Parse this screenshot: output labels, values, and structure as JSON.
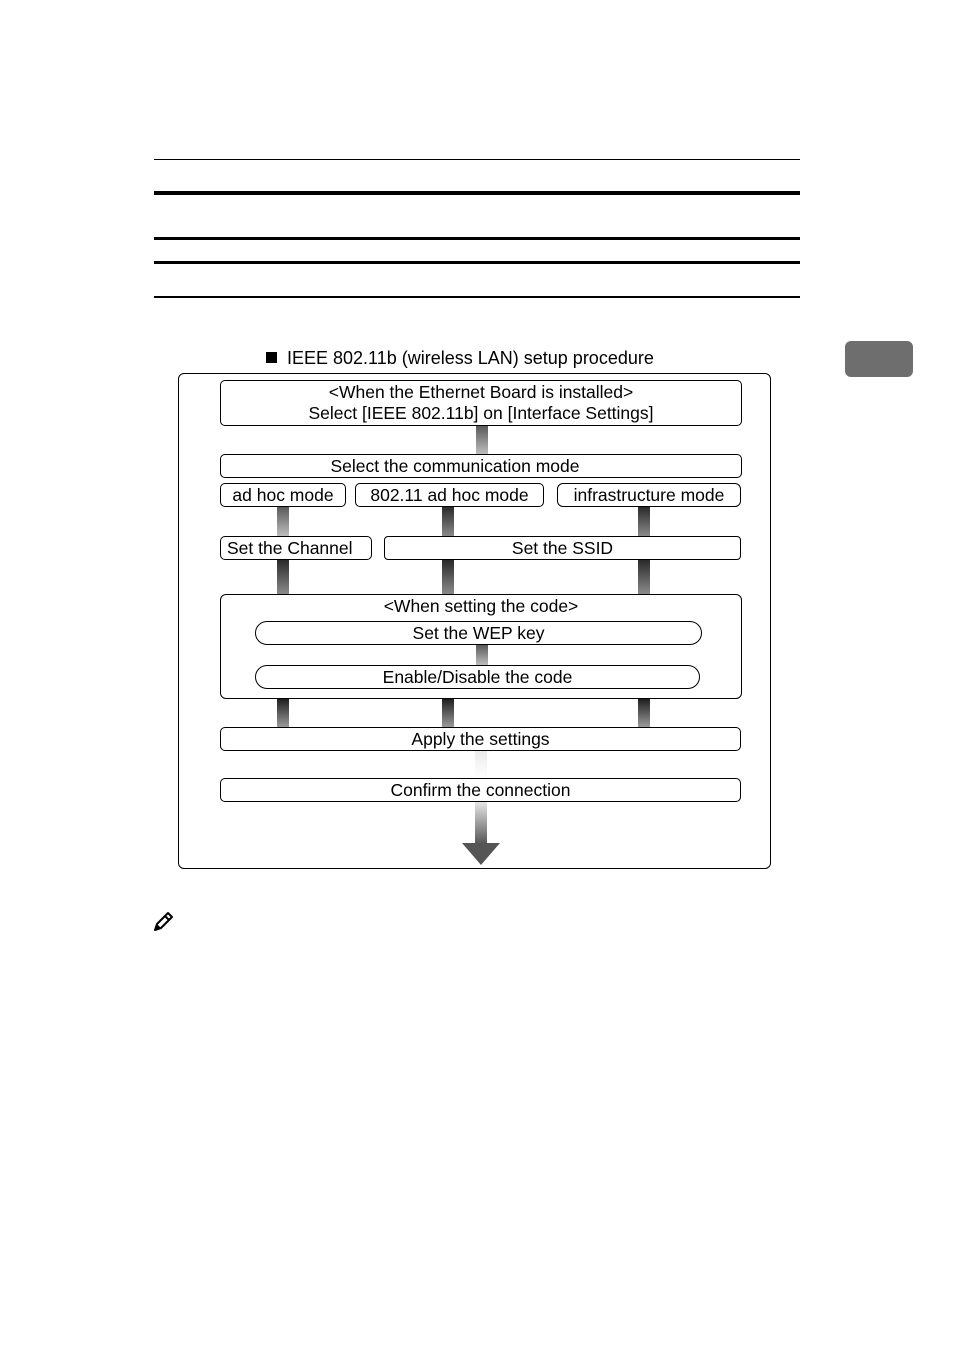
{
  "caption": "IEEE 802.11b (wireless LAN) setup procedure",
  "steps": {
    "ethernet_line1": "<When the Ethernet Board is installed>",
    "ethernet_line2": "Select [IEEE 802.11b] on [Interface Settings]",
    "select_mode": "Select the communication mode",
    "mode_adhoc": "ad hoc mode",
    "mode_80211_adhoc": "802.11 ad hoc mode",
    "mode_infrastructure": "infrastructure mode",
    "set_channel": "Set the Channel",
    "set_ssid": "Set the SSID",
    "code_group_title": "<When setting the code>",
    "set_wep": "Set the WEP key",
    "enable_code": "Enable/Disable the code",
    "apply": "Apply the settings",
    "confirm": "Confirm the connection"
  }
}
